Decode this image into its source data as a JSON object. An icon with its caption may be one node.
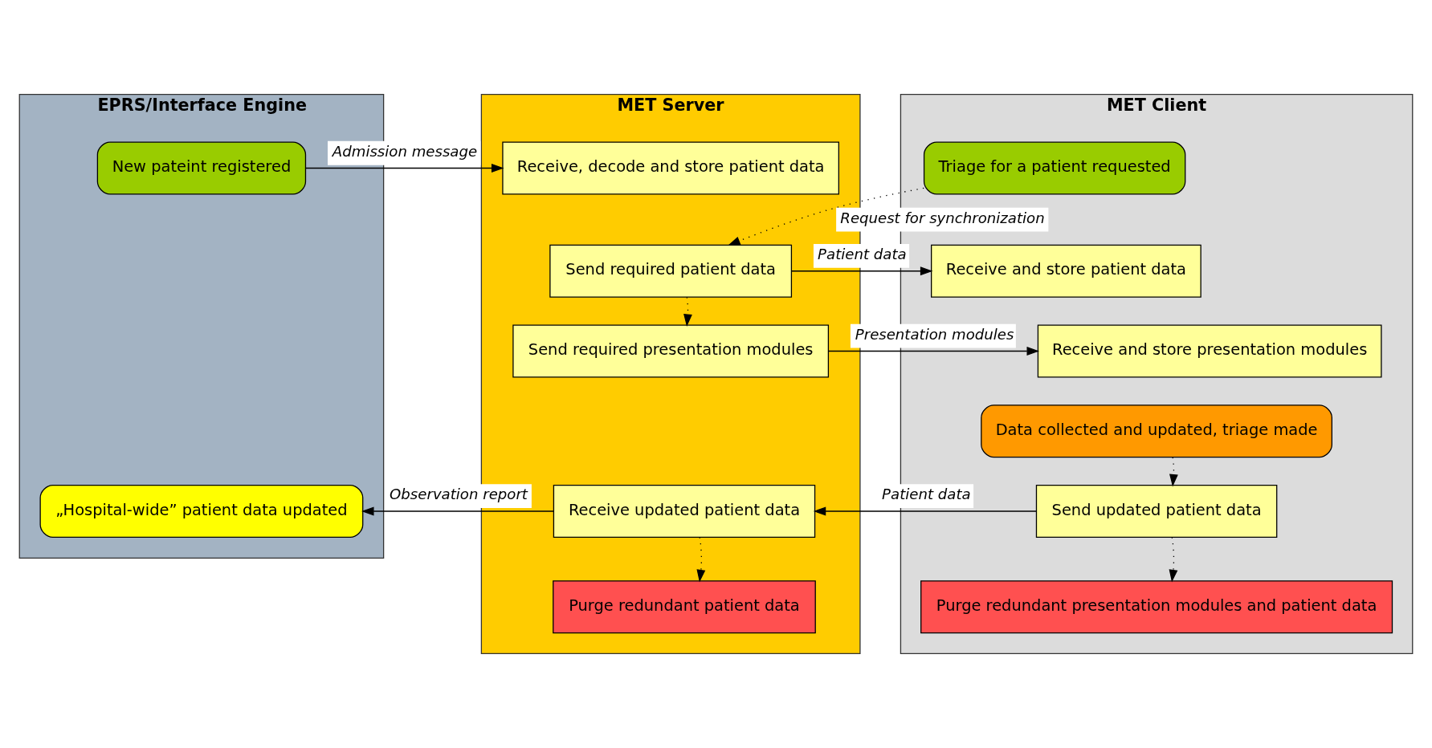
{
  "diagram": {
    "nodes": [
      {
        "text": [
          "EPRS/Interface Engine"
        ]
      },
      {
        "text": [
          "New pateint registered"
        ],
        "in": 0
      },
      {
        "text": [
          "„Hospital-wide” patient data updated"
        ],
        "in": 0
      },
      {
        "text": [
          "MET Server"
        ]
      },
      {
        "text": [
          "Receive, decode and store patient data"
        ],
        "in": 3
      },
      {
        "text": [
          "Send required patient data"
        ],
        "in": 3
      },
      {
        "text": [
          "Send required presentation modules"
        ],
        "in": 3
      },
      {
        "text": [
          "Receive updated patient data"
        ],
        "in": 3
      },
      {
        "text": [
          "Purge redundant patient data"
        ],
        "in": 3
      },
      {
        "text": [
          "MET Client"
        ]
      },
      {
        "text": [
          "Triage for a patient requested"
        ],
        "in": 9
      },
      {
        "text": [
          "Receive and store patient data"
        ],
        "in": 9
      },
      {
        "text": [
          "Receive and store presentation modules"
        ],
        "in": 9
      },
      {
        "text": [
          "Data collected and updated, triage made"
        ],
        "in": 9
      },
      {
        "text": [
          "Send updated patient data"
        ],
        "in": 9
      },
      {
        "text": [
          "Purge redundant presentation modules and patient data"
        ],
        "in": 9
      }
    ],
    "edges": [
      {
        "from": 1,
        "to": 4,
        "arrow": "to",
        "label": "Admission message"
      },
      {
        "from": 10,
        "to": 5,
        "arrow": "to",
        "label": "Request for synchronization",
        "style": "dashed"
      },
      {
        "from": 5,
        "to": 6,
        "arrow": "to",
        "style": "dashed"
      },
      {
        "from": 5,
        "to": 11,
        "arrow": "to",
        "label": "Patient data"
      },
      {
        "from": 6,
        "to": 12,
        "arrow": "to",
        "label": "Presentation modules"
      },
      {
        "from": 13,
        "to": 14,
        "arrow": "to",
        "style": "dashed"
      },
      {
        "from": 14,
        "to": 7,
        "arrow": "to",
        "label": "Patient data"
      },
      {
        "from": 7,
        "to": 2,
        "arrow": "to",
        "label": "Observation report"
      },
      {
        "from": 7,
        "to": 8,
        "arrow": "to",
        "style": "dashed"
      },
      {
        "from": 14,
        "to": 15,
        "arrow": "to",
        "style": "dashed"
      }
    ]
  }
}
